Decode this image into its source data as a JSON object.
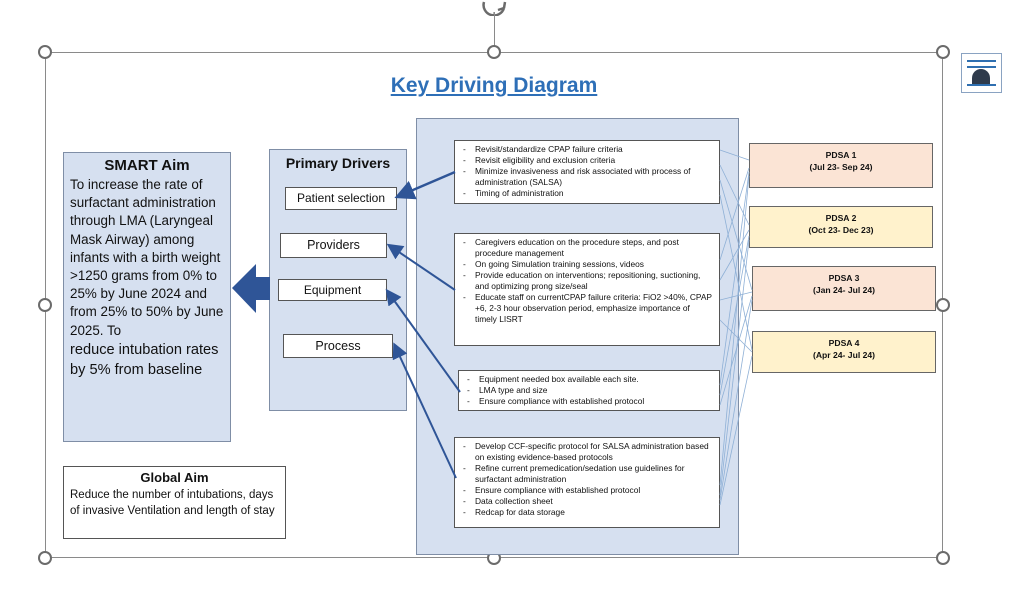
{
  "title": "Key Driving Diagram",
  "smart_aim": {
    "heading": "SMART Aim",
    "text_a": "To increase the rate of surfactant administration through LMA (Laryngeal Mask Airway) among infants with a birth weight >1250 grams from 0% to 25% by June 2024 and from 25% to 50% by June 2025. To",
    "text_b": "reduce intubation rates by 5% from baseline"
  },
  "global_aim": {
    "heading": "Global Aim",
    "text": "Reduce the number of intubations, days of invasive Ventilation and length of stay"
  },
  "primary_drivers": {
    "heading": "Primary Drivers",
    "items": [
      "Patient selection",
      "Providers",
      "Equipment",
      "Process"
    ]
  },
  "secondary_drivers": [
    [
      "Revisit/standardize CPAP failure criteria",
      "Revisit eligibility and exclusion criteria",
      "Minimize invasiveness and risk associated with process of administration (SALSA)",
      "Timing of administration"
    ],
    [
      "Caregivers education on the procedure steps, and post procedure management",
      "On going Simulation training sessions, videos",
      "Provide education on interventions; repositioning, suctioning, and optimizing prong size/seal",
      "Educate staff on currentCPAP failure criteria: FiO2 >40%, CPAP +6, 2-3 hour observation period, emphasize importance of timely LISRT"
    ],
    [
      "Equipment needed box available each site.",
      "LMA type and size",
      "Ensure compliance with established protocol"
    ],
    [
      "Develop CCF-specific protocol for SALSA administration based on existing evidence-based protocols",
      "Refine current premedication/sedation use guidelines for surfactant administration",
      "Ensure compliance with established protocol",
      "Data collection sheet",
      "Redcap for data storage"
    ]
  ],
  "pdsa": [
    {
      "label": "PDSA 1",
      "dates": "(Jul 23- Sep 24)"
    },
    {
      "label": "PDSA 2",
      "dates": "(Oct 23- Dec 23)"
    },
    {
      "label": "PDSA 3",
      "dates": "(Jan 24- Jul 24)"
    },
    {
      "label": "PDSA 4",
      "dates": "(Apr 24- Jul 24)"
    }
  ],
  "icons": [
    "rotate-handle-icon",
    "layout-options-icon",
    "left-arrow-icon"
  ],
  "colors": {
    "title": "#2e6fb7",
    "panel": "#d6e0f0",
    "arrow": "#2f5597",
    "pdsa_peach": "#fbe4d5",
    "pdsa_yellow": "#fff2cc"
  }
}
